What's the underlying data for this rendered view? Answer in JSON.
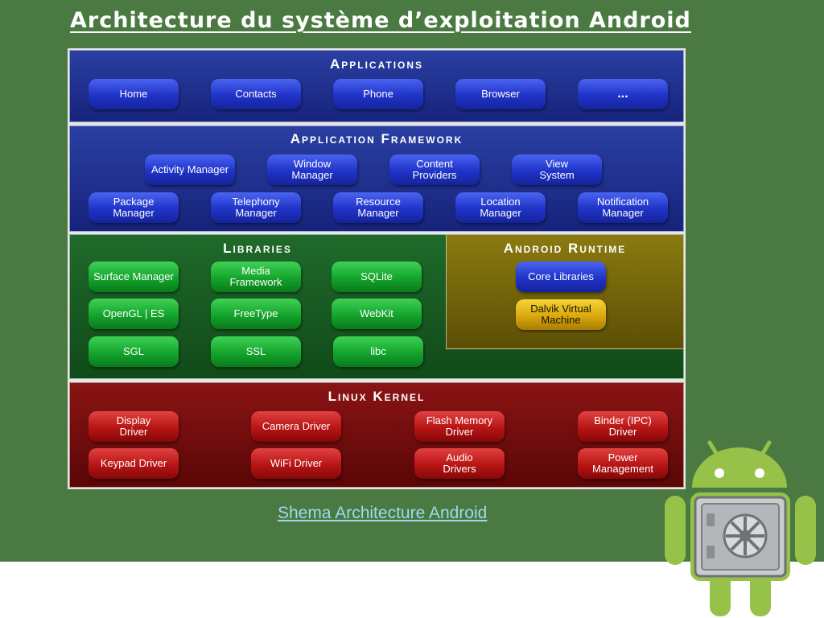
{
  "slide": {
    "title": "Architecture du système d’exploitation Android",
    "caption": "Shema Architecture Android"
  },
  "colors": {
    "background": "#4a7a42",
    "blue_layer": "#1f2f8f",
    "green_layer": "#185a22",
    "yellow_layer": "#7a6a0a",
    "red_layer": "#720c0c"
  },
  "diagram": {
    "applications": {
      "title": "Applications",
      "items": [
        "Home",
        "Contacts",
        "Phone",
        "Browser",
        "..."
      ]
    },
    "framework": {
      "title": "Application Framework",
      "row1": [
        "Activity Manager",
        "Window\nManager",
        "Content\nProviders",
        "View\nSystem"
      ],
      "row2": [
        "Package Manager",
        "Telephony\nManager",
        "Resource\nManager",
        "Location\nManager",
        "Notification\nManager"
      ]
    },
    "libraries": {
      "title": "Libraries",
      "items": [
        "Surface Manager",
        "Media\nFramework",
        "SQLite",
        "OpenGL | ES",
        "FreeType",
        "WebKit",
        "SGL",
        "SSL",
        "libc"
      ]
    },
    "runtime": {
      "title": "Android Runtime",
      "items": [
        "Core Libraries",
        "Dalvik Virtual\nMachine"
      ]
    },
    "kernel": {
      "title": "Linux Kernel",
      "items": [
        "Display\nDriver",
        "Camera Driver",
        "Flash Memory\nDriver",
        "Binder (IPC)\nDriver",
        "Keypad Driver",
        "WiFi Driver",
        "Audio\nDrivers",
        "Power\nManagement"
      ]
    }
  },
  "mascot": {
    "icon": "android-robot-vault-icon",
    "color": "#97c24a"
  }
}
